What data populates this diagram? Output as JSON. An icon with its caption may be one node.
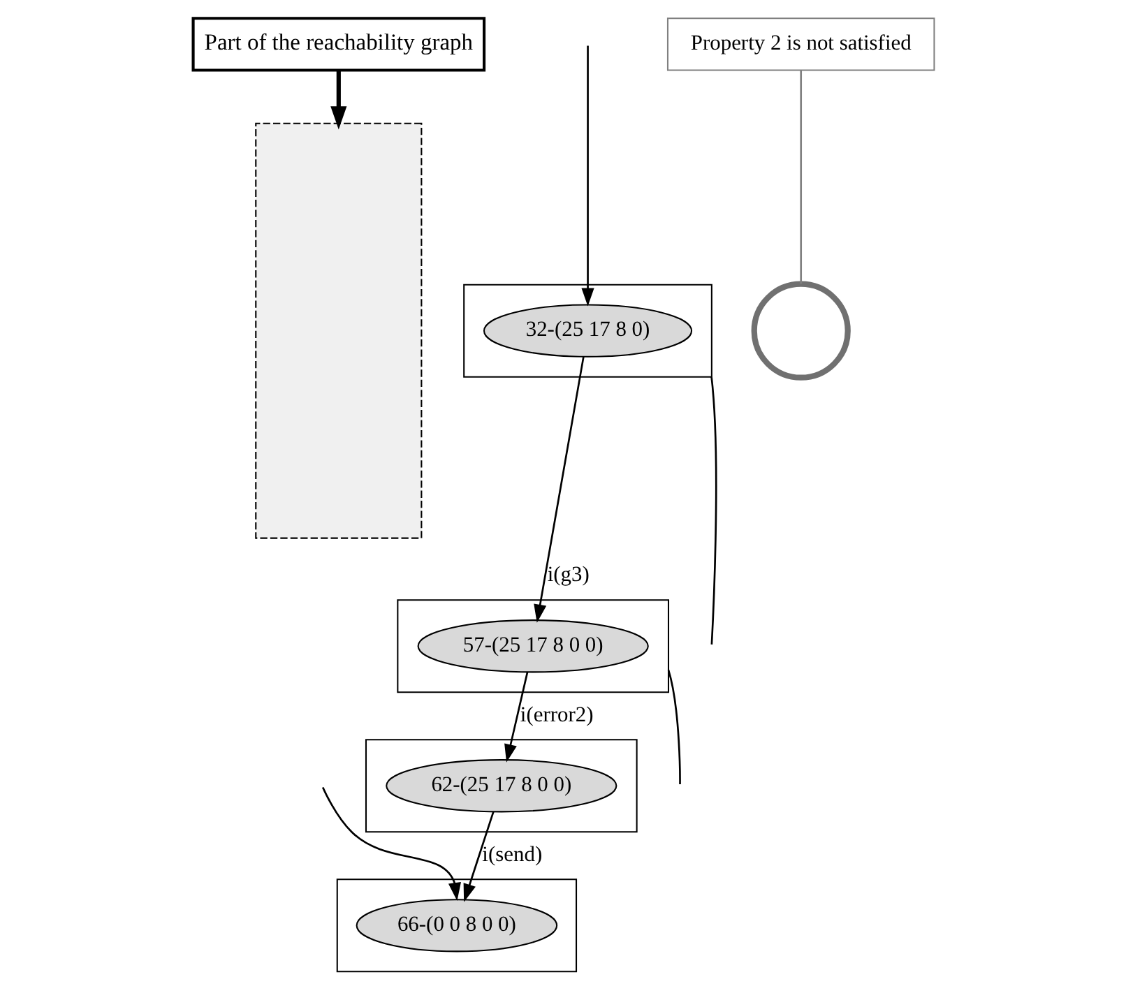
{
  "diagram": {
    "nodes": [
      {
        "text": [
          "Part of the reachability graph"
        ]
      },
      {
        "text": [],
        "shape": "box"
      },
      {
        "text": [],
        "shape": "box"
      },
      {
        "text": [
          "32-(25 17 8 0)"
        ],
        "in": 2
      },
      {
        "text": [],
        "shape": "box"
      },
      {
        "text": [
          "57-(25 17 8 0 0)"
        ],
        "in": 4
      },
      {
        "text": [],
        "shape": "box"
      },
      {
        "text": [
          "62-(25 17 8 0 0)"
        ],
        "in": 6
      },
      {
        "text": [],
        "shape": "box"
      },
      {
        "text": [
          "66-(0 0 8 0 0)"
        ],
        "in": 8
      },
      {
        "text": [],
        "shape": "circle"
      },
      {
        "text": [
          "Property 2 is not satisfied"
        ]
      }
    ],
    "edges": [
      {
        "from": 0,
        "to": 1,
        "arrow": "to",
        "style": "thick"
      },
      {
        "from": null,
        "to": 3,
        "arrow": "to"
      },
      {
        "from": 3,
        "to": 5,
        "label": "i(g3)",
        "arrow": "to"
      },
      {
        "from": 5,
        "to": 7,
        "label": "i(error2)",
        "arrow": "to"
      },
      {
        "from": 7,
        "to": 9,
        "label": "i(send)",
        "arrow": "to"
      },
      {
        "from": null,
        "to": 9,
        "arrow": "to"
      },
      {
        "from": 2,
        "to": null,
        "arrow": "none"
      },
      {
        "from": 4,
        "to": null,
        "arrow": "none"
      },
      {
        "from": 11,
        "to": 10,
        "arrow": "none",
        "color": "#808080"
      }
    ]
  }
}
